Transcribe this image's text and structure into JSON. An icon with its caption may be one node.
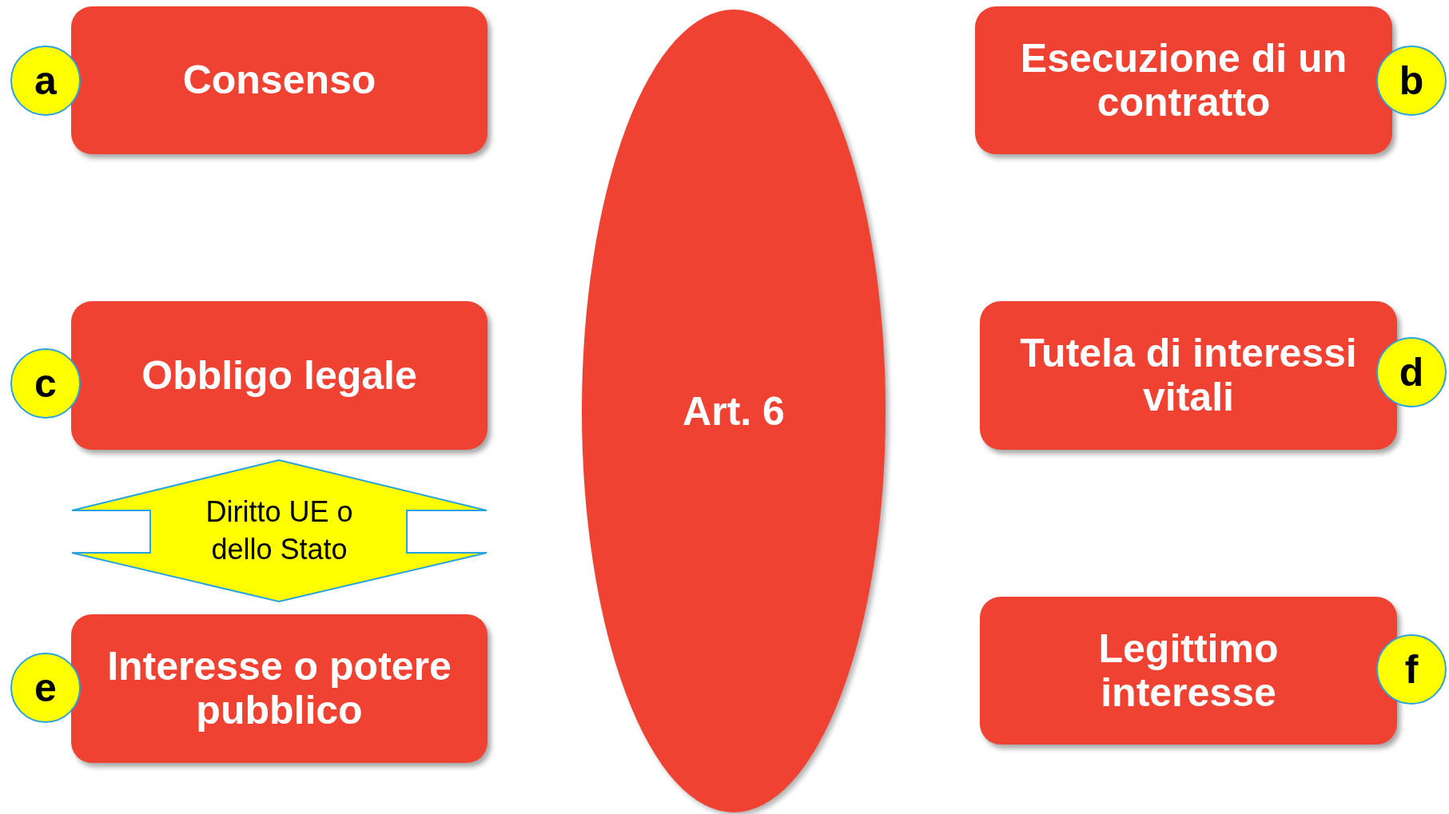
{
  "diagram": {
    "nodes": [
      {
        "text": [
          "a"
        ]
      },
      {
        "text": [
          "Consenso"
        ]
      },
      {
        "text": [
          "Art. 6"
        ]
      },
      {
        "text": [
          "Esecuzione di un contratto"
        ]
      },
      {
        "text": [
          "b"
        ]
      },
      {
        "text": [
          "c"
        ]
      },
      {
        "text": [
          "Obbligo legale"
        ]
      },
      {
        "text": [
          "Tutela di interessi vitali"
        ]
      },
      {
        "text": [
          "d"
        ]
      },
      {
        "text": [
          "Diritto UE o dello Stato"
        ]
      },
      {
        "text": [
          "e"
        ]
      },
      {
        "text": [
          "Interesse o potere pubblico"
        ]
      },
      {
        "text": [
          "Legittimo interesse"
        ]
      },
      {
        "text": [
          "f"
        ]
      }
    ]
  }
}
